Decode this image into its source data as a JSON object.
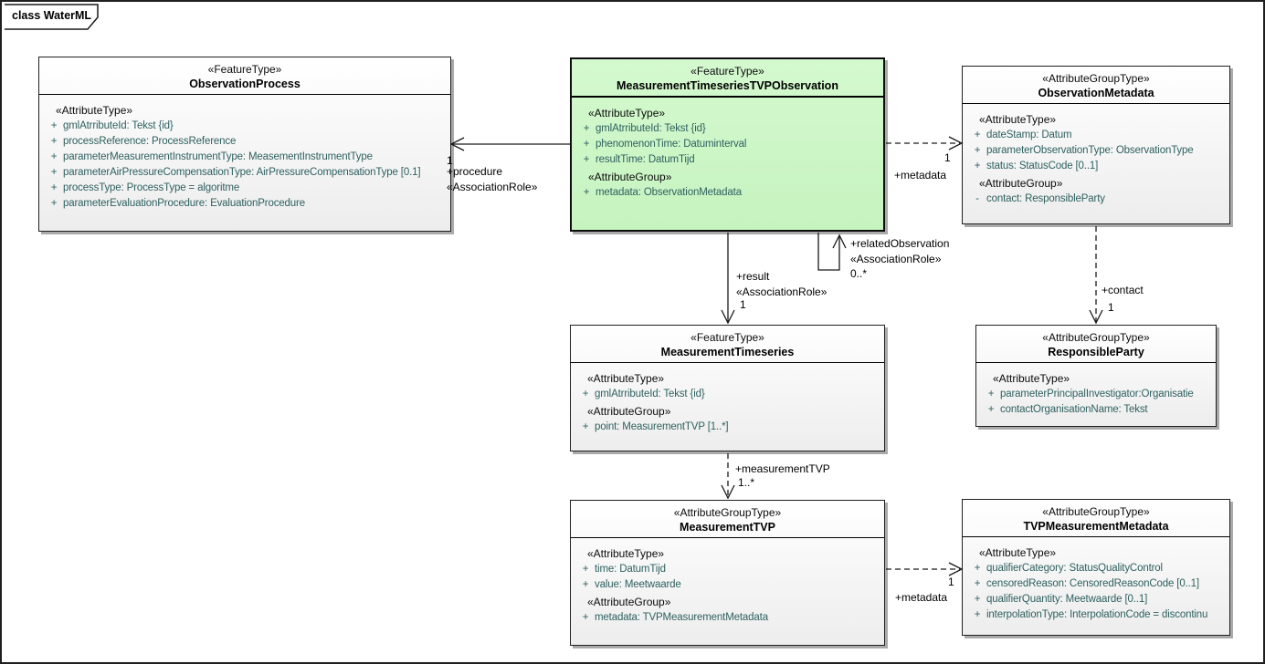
{
  "frame": {
    "label": "class WaterML"
  },
  "colors": {
    "highlight_fill": "#ccf7c9",
    "box_fill": "#ffffff",
    "attribute_text": "#2f6060",
    "border": "#1f1f1f",
    "shadow": "#aaaaaa"
  },
  "classes": [
    {
      "stereotype": "«FeatureType»",
      "name": "ObservationProcess",
      "sections": [
        {
          "heading": "«AttributeType»",
          "items": [
            {
              "vis": "+",
              "text": "gmlAtrributeId: Tekst {id}"
            },
            {
              "vis": "+",
              "text": "processReference: ProcessReference"
            },
            {
              "vis": "+",
              "text": "parameterMeasurementInstrumentType: MeasementInstrumentType"
            },
            {
              "vis": "+",
              "text": "parameterAirPressureCompensationType: AirPressureCompensationType [0.1]"
            },
            {
              "vis": "+",
              "text": "processType: ProcessType = algoritme"
            },
            {
              "vis": "+",
              "text": "parameterEvaluationProcedure: EvaluationProcedure"
            }
          ]
        }
      ]
    },
    {
      "stereotype": "«FeatureType»",
      "name": "MeasurementTimeseriesTVPObservation",
      "sections": [
        {
          "heading": "«AttributeType»",
          "items": [
            {
              "vis": "+",
              "text": "gmlAtrributeId: Tekst {id}"
            },
            {
              "vis": "+",
              "text": "phenomenonTime: Datuminterval"
            },
            {
              "vis": "+",
              "text": "resultTime: DatumTijd"
            }
          ]
        },
        {
          "heading": "«AttributeGroup»",
          "items": [
            {
              "vis": "+",
              "text": "metadata: ObservationMetadata"
            }
          ]
        }
      ]
    },
    {
      "stereotype": "«AttributeGroupType»",
      "name": "ObservationMetadata",
      "sections": [
        {
          "heading": "«AttributeType»",
          "items": [
            {
              "vis": "+",
              "text": "dateStamp: Datum"
            },
            {
              "vis": "+",
              "text": "parameterObservationType: ObservationType"
            },
            {
              "vis": "+",
              "text": "status: StatusCode [0..1]"
            }
          ]
        },
        {
          "heading": "«AttributeGroup»",
          "items": [
            {
              "vis": "-",
              "text": "contact: ResponsibleParty"
            }
          ]
        }
      ]
    },
    {
      "stereotype": "«FeatureType»",
      "name": "MeasurementTimeseries",
      "sections": [
        {
          "heading": "«AttributeType»",
          "items": [
            {
              "vis": "+",
              "text": "gmlAtrributeId: Tekst {id}"
            }
          ]
        },
        {
          "heading": "«AttributeGroup»",
          "items": [
            {
              "vis": "+",
              "text": "point: MeasurementTVP [1..*]"
            }
          ]
        }
      ]
    },
    {
      "stereotype": "«AttributeGroupType»",
      "name": "ResponsibleParty",
      "sections": [
        {
          "heading": "«AttributeType»",
          "items": [
            {
              "vis": "+",
              "text": "parameterPrincipalInvestigator:Organisatie"
            },
            {
              "vis": "+",
              "text": "contactOrganisationName: Tekst"
            }
          ]
        }
      ]
    },
    {
      "stereotype": "«AttributeGroupType»",
      "name": "MeasurementTVP",
      "sections": [
        {
          "heading": "«AttributeType»",
          "items": [
            {
              "vis": "+",
              "text": "time: DatumTijd"
            },
            {
              "vis": "+",
              "text": "value: Meetwaarde"
            }
          ]
        },
        {
          "heading": "«AttributeGroup»",
          "items": [
            {
              "vis": "+",
              "text": "metadata: TVPMeasurementMetadata"
            }
          ]
        }
      ]
    },
    {
      "stereotype": "«AttributeGroupType»",
      "name": "TVPMeasurementMetadata",
      "sections": [
        {
          "heading": "«AttributeType»",
          "items": [
            {
              "vis": "+",
              "text": "qualifierCategory: StatusQualityControl"
            },
            {
              "vis": "+",
              "text": "censoredReason: CensoredReasonCode [0..1]"
            },
            {
              "vis": "+",
              "text": "qualifierQuantity: Meetwaarde [0..1]"
            },
            {
              "vis": "+",
              "text": "interpolationType: InterpolationCode = discontinu"
            }
          ]
        }
      ]
    }
  ],
  "edges": {
    "procedure": {
      "multiplicity": "1",
      "role": "+procedure",
      "stereotype": "«AssociationRole»"
    },
    "metadata_top": {
      "multiplicity": "1",
      "role": "+metadata"
    },
    "result": {
      "role": "+result",
      "stereotype": "«AssociationRole»",
      "multiplicity": "1"
    },
    "related_observation": {
      "role": "+relatedObservation",
      "stereotype": "«AssociationRole»",
      "multiplicity": "0..*"
    },
    "contact": {
      "role": "+contact",
      "multiplicity": "1"
    },
    "measurement_tvp": {
      "role": "+measurementTVP",
      "multiplicity": "1..*"
    },
    "metadata_bottom": {
      "multiplicity": "1",
      "role": "+metadata"
    }
  }
}
